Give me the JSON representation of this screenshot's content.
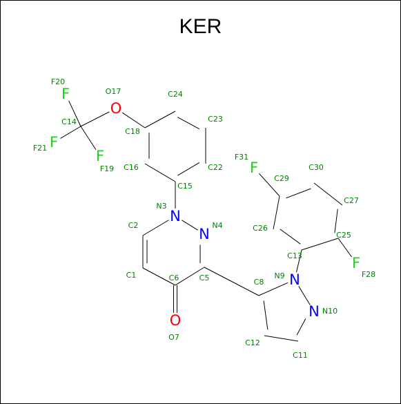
{
  "title": "KER",
  "colors": {
    "carbon": "#008000",
    "fluorine": "#1fcf1f",
    "oxygen": "#ff0000",
    "nitrogen": "#0000ff",
    "bond": "#000000"
  },
  "atoms": [
    {
      "id": "C1",
      "label": "C1",
      "element": "C"
    },
    {
      "id": "C2",
      "label": "C2",
      "element": "C"
    },
    {
      "id": "N3",
      "label": "N3",
      "element": "N"
    },
    {
      "id": "N4",
      "label": "N4",
      "element": "N"
    },
    {
      "id": "C5",
      "label": "C5",
      "element": "C"
    },
    {
      "id": "C6",
      "label": "C6",
      "element": "C"
    },
    {
      "id": "O7",
      "label": "O7",
      "element": "O"
    },
    {
      "id": "C8",
      "label": "C8",
      "element": "C"
    },
    {
      "id": "N9",
      "label": "N9",
      "element": "N"
    },
    {
      "id": "N10",
      "label": "N10",
      "element": "N"
    },
    {
      "id": "C11",
      "label": "C11",
      "element": "C"
    },
    {
      "id": "C12",
      "label": "C12",
      "element": "C"
    },
    {
      "id": "C13",
      "label": "C13",
      "element": "C"
    },
    {
      "id": "C14",
      "label": "C14",
      "element": "C"
    },
    {
      "id": "C15",
      "label": "C15",
      "element": "C"
    },
    {
      "id": "C16",
      "label": "C16",
      "element": "C"
    },
    {
      "id": "O17",
      "label": "O17",
      "element": "O"
    },
    {
      "id": "C18",
      "label": "C18",
      "element": "C"
    },
    {
      "id": "F19",
      "label": "F19",
      "element": "F"
    },
    {
      "id": "F20",
      "label": "F20",
      "element": "F"
    },
    {
      "id": "F21",
      "label": "F21",
      "element": "F"
    },
    {
      "id": "C22",
      "label": "C22",
      "element": "C"
    },
    {
      "id": "C23",
      "label": "C23",
      "element": "C"
    },
    {
      "id": "C24",
      "label": "C24",
      "element": "C"
    },
    {
      "id": "C25",
      "label": "C25",
      "element": "C"
    },
    {
      "id": "C26",
      "label": "C26",
      "element": "C"
    },
    {
      "id": "C27",
      "label": "C27",
      "element": "C"
    },
    {
      "id": "F28",
      "label": "F28",
      "element": "F"
    },
    {
      "id": "C29",
      "label": "C29",
      "element": "C"
    },
    {
      "id": "C30",
      "label": "C30",
      "element": "C"
    },
    {
      "id": "F31",
      "label": "F31",
      "element": "F"
    }
  ],
  "symbols": {
    "F": "F",
    "O": "O",
    "N": "N"
  }
}
